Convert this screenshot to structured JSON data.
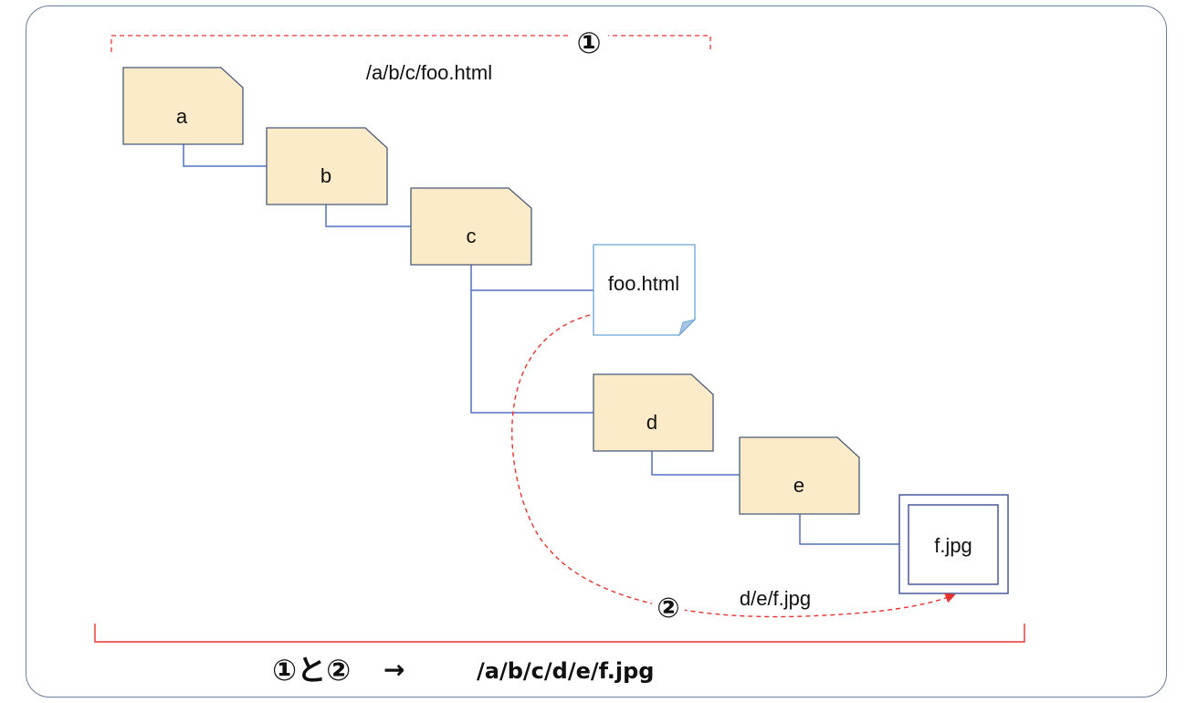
{
  "path_top": "/a/b/c/foo.html",
  "marker1": "①",
  "marker2": "②",
  "relative_path": "d/e/f.jpg",
  "nodes": {
    "a": "a",
    "b": "b",
    "c": "c",
    "foo": "foo.html",
    "d": "d",
    "e": "e",
    "f": "f.jpg"
  },
  "footer": {
    "combo": "①と②",
    "arrow": "→",
    "result": "/a/b/c/d/e/f.jpg"
  },
  "colors": {
    "folder_fill": "#fcebc8",
    "folder_stroke": "#4a5a78",
    "tree_line": "#4f72c4",
    "accent_red": "#e8322f",
    "file_stroke": "#6aa3d8",
    "frame": "#6a7f99"
  }
}
